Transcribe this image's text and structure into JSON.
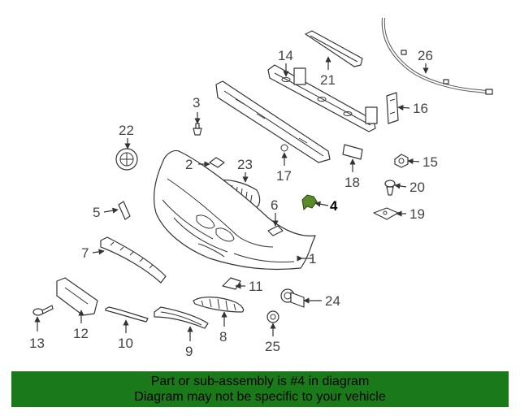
{
  "diagram": {
    "highlight_color": "#5a8a2a",
    "callouts": {
      "c1": "1",
      "c2": "2",
      "c3": "3",
      "c4": "4",
      "c5": "5",
      "c6": "6",
      "c7": "7",
      "c8": "8",
      "c9": "9",
      "c10": "10",
      "c11": "11",
      "c12": "12",
      "c13": "13",
      "c14": "14",
      "c15": "15",
      "c16": "16",
      "c17": "17",
      "c18": "18",
      "c19": "19",
      "c20": "20",
      "c21": "21",
      "c22": "22",
      "c23": "23",
      "c24": "24",
      "c25": "25",
      "c26": "26"
    }
  },
  "banner": {
    "line1": "Part or sub-assembly is #4 in diagram",
    "line2": "Diagram may not be specific to your vehicle",
    "background": "#1a7a1a"
  }
}
